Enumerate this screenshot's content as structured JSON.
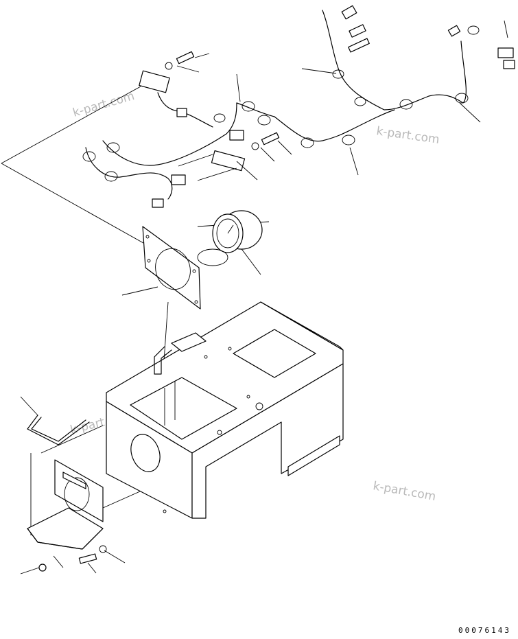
{
  "watermarks": [
    "k-part.com",
    "k-part.com",
    "k-part.com",
    "k-part.com"
  ],
  "drawing_code": "00076143"
}
